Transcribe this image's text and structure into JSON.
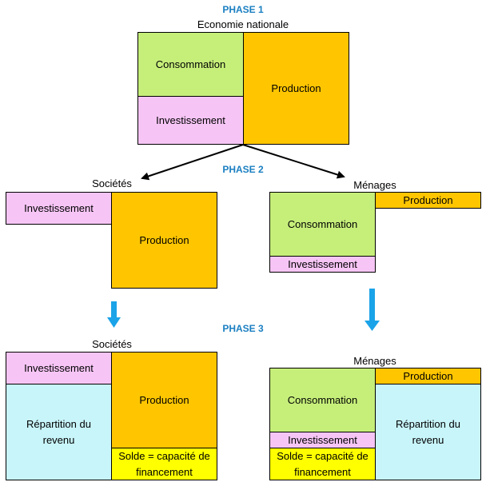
{
  "phase1": {
    "title": "PHASE 1",
    "label": "Economie nationale",
    "consommation": "Consommation",
    "investissement": "Investissement",
    "production": "Production"
  },
  "phase2": {
    "title": "PHASE 2",
    "societes": {
      "label": "Sociétés",
      "investissement": "Investissement",
      "production": "Production"
    },
    "menages": {
      "label": "Ménages",
      "production": "Production",
      "consommation": "Consommation",
      "investissement": "Investissement"
    }
  },
  "phase3": {
    "title": "PHASE 3",
    "societes": {
      "label": "Sociétés",
      "investissement": "Investissement",
      "repartition": "Répartition du revenu",
      "production": "Production",
      "solde": "Solde = capacité de financement"
    },
    "menages": {
      "label": "Ménages",
      "production": "Production",
      "consommation": "Consommation",
      "investissement": "Investissement",
      "solde": "Solde = capacité de financement",
      "repartition": "Répartition du revenu"
    }
  },
  "colors": {
    "phase_title": "#1a7fc1",
    "consommation": "#c6ef7a",
    "production": "#ffc600",
    "investissement": "#f6c5f5",
    "repartition": "#c8f5fa",
    "solde": "#ffff00",
    "down_arrow": "#1aa3e8"
  }
}
